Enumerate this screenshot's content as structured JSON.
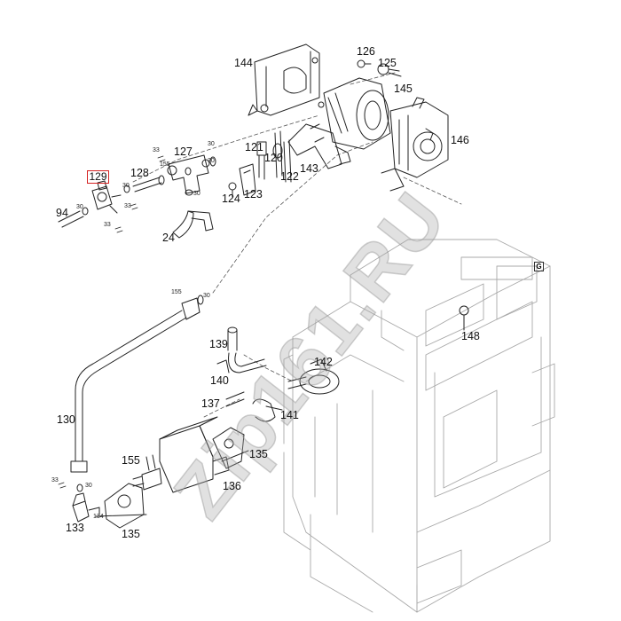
{
  "diagram": {
    "highlighted_part": "129",
    "watermark": "Zip161.RU",
    "corner_marker": "G",
    "part_labels": [
      {
        "id": "p144",
        "text": "144"
      },
      {
        "id": "p126",
        "text": "126"
      },
      {
        "id": "p125",
        "text": "125"
      },
      {
        "id": "p145",
        "text": "145"
      },
      {
        "id": "p146",
        "text": "146"
      },
      {
        "id": "p127",
        "text": "127"
      },
      {
        "id": "p121",
        "text": "121"
      },
      {
        "id": "p120",
        "text": "120"
      },
      {
        "id": "p143",
        "text": "143"
      },
      {
        "id": "p128",
        "text": "128"
      },
      {
        "id": "p155a",
        "text": "155"
      },
      {
        "id": "p122",
        "text": "122"
      },
      {
        "id": "p124",
        "text": "124"
      },
      {
        "id": "p123",
        "text": "123"
      },
      {
        "id": "p94",
        "text": "94"
      },
      {
        "id": "p24",
        "text": "24"
      },
      {
        "id": "p139",
        "text": "139"
      },
      {
        "id": "p148",
        "text": "148"
      },
      {
        "id": "p142",
        "text": "142"
      },
      {
        "id": "p140",
        "text": "140"
      },
      {
        "id": "p130",
        "text": "130"
      },
      {
        "id": "p137",
        "text": "137"
      },
      {
        "id": "p141",
        "text": "141"
      },
      {
        "id": "p135a",
        "text": "135"
      },
      {
        "id": "p155b",
        "text": "155"
      },
      {
        "id": "p136",
        "text": "136"
      },
      {
        "id": "p133",
        "text": "133"
      },
      {
        "id": "p135b",
        "text": "135"
      },
      {
        "id": "p134",
        "text": "134"
      }
    ],
    "small_labels": [
      {
        "id": "s30a",
        "text": "30"
      },
      {
        "id": "s30b",
        "text": "30"
      },
      {
        "id": "s33a",
        "text": "33"
      },
      {
        "id": "s30c",
        "text": "30"
      },
      {
        "id": "s30d",
        "text": "30"
      },
      {
        "id": "s30e",
        "text": "30"
      },
      {
        "id": "s33b",
        "text": "33"
      },
      {
        "id": "s33c",
        "text": "33"
      },
      {
        "id": "s155",
        "text": "155"
      },
      {
        "id": "s30f",
        "text": "30"
      },
      {
        "id": "s33d",
        "text": "33"
      },
      {
        "id": "s30g",
        "text": "30"
      }
    ]
  }
}
